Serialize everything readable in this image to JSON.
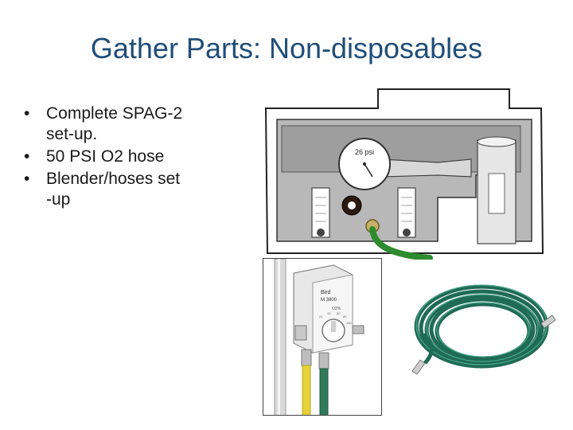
{
  "slide": {
    "title": "Gather Parts: Non-disposables",
    "bullets": [
      {
        "bullet": "•",
        "line1": "Complete SPAG-2",
        "line2": "set-up."
      },
      {
        "bullet": "•",
        "line1": "50 PSI O2 hose",
        "line2": ""
      },
      {
        "bullet": "•",
        "line1": "Blender/hoses  set",
        "line2": "-up"
      }
    ]
  },
  "figures": {
    "spag_gauge_label": "26 psi",
    "blender_label_line1": "Bird",
    "blender_label_line2": "M 3800",
    "blender_dial_label": "O2%",
    "blender_dial_ticks": [
      "21",
      "40",
      "60",
      "80",
      "100"
    ]
  }
}
